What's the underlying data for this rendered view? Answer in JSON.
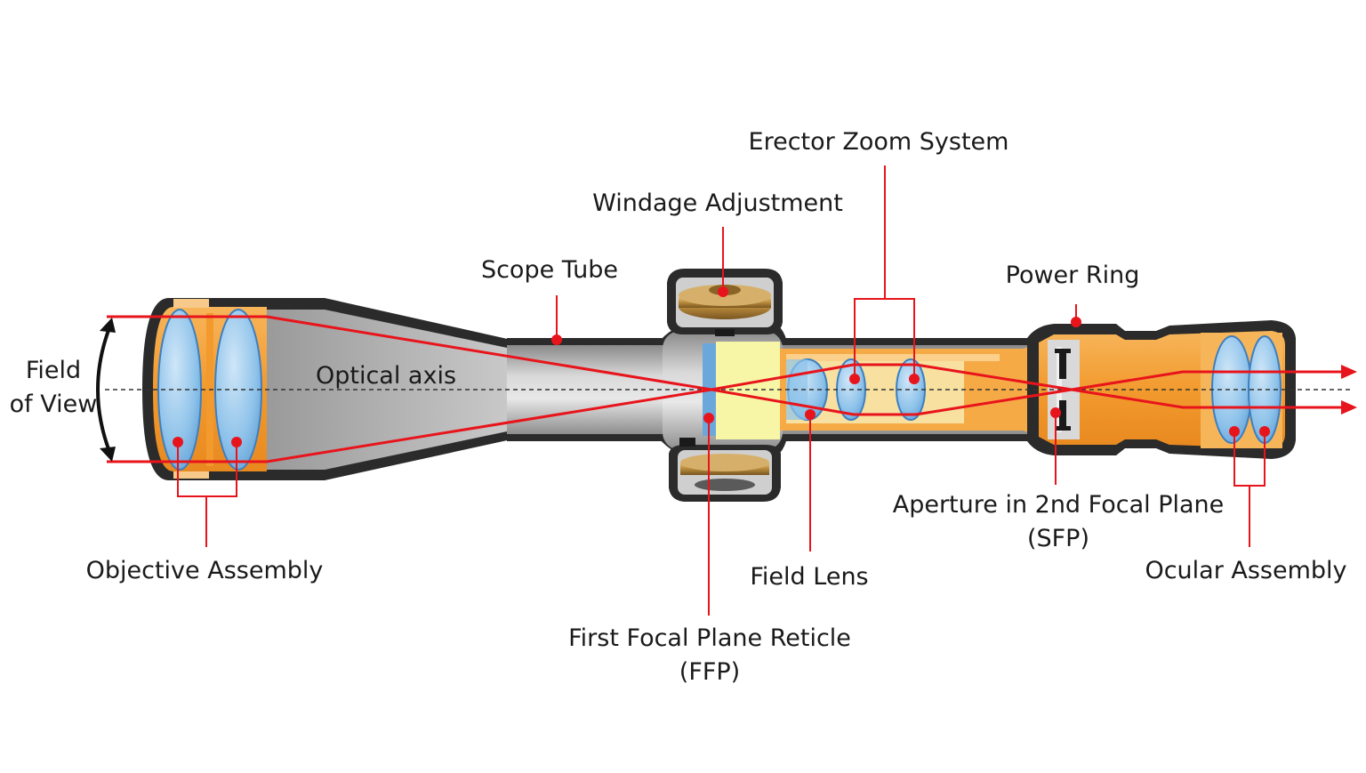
{
  "labels": {
    "erector_zoom_system": "Erector Zoom System",
    "windage_adjustment": "Windage Adjustment",
    "scope_tube": "Scope Tube",
    "power_ring": "Power Ring",
    "field_of_view_line1": "Field",
    "field_of_view_line2": "of View",
    "optical_axis": "Optical axis",
    "aperture_line1": "Aperture in 2nd Focal Plane",
    "aperture_line2": "(SFP)",
    "objective_assembly": "Objective Assembly",
    "field_lens": "Field Lens",
    "ocular_assembly": "Ocular Assembly",
    "ffp_line1": "First Focal Plane Reticle",
    "ffp_line2": "(FFP)"
  },
  "colors": {
    "body_dark": "#2b2b2b",
    "tube_gray": "#b8b8b8",
    "housing_orange": "#f29a2e",
    "lens_blue": "#8fc3ea",
    "reticle_area_yellow": "#f7f6a6",
    "ray_red": "#e8141c",
    "knob_brass": "#b98a3c",
    "label_text": "#1a1a1a"
  }
}
